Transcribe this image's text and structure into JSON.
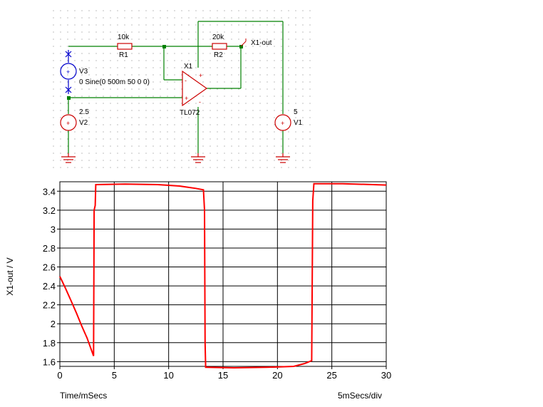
{
  "schematic": {
    "components": {
      "r1": {
        "value": "10k",
        "ref": "R1"
      },
      "r2": {
        "value": "20k",
        "ref": "R2"
      },
      "opamp": {
        "ref": "X1",
        "part": "TL072"
      },
      "v1": {
        "value": "5",
        "ref": "V1"
      },
      "v2": {
        "value": "2.5",
        "ref": "V2"
      },
      "v3": {
        "value": "0 Sine(0 500m 50 0 0)",
        "ref": "V3"
      }
    },
    "probe_label": "X1-out",
    "wire_color": "#008000",
    "component_color": "#cc0000",
    "probe_color": "#0000cc"
  },
  "chart_data": {
    "type": "line",
    "title": "",
    "xlabel": "Time/mSecs",
    "ylabel": "X1-out / V",
    "x_scale_note": "5mSecs/div",
    "xlim": [
      0,
      30
    ],
    "ylim": [
      1.55,
      3.5
    ],
    "x_ticks": [
      "0",
      "5",
      "10",
      "15",
      "20",
      "25",
      "30"
    ],
    "y_ticks": [
      "1.6",
      "1.8",
      "2",
      "2.2",
      "2.4",
      "2.6",
      "2.8",
      "3",
      "3.2",
      "3.4"
    ],
    "grid": true,
    "series_color": "#ff0000",
    "series": [
      {
        "name": "",
        "points": [
          [
            0,
            2.5
          ],
          [
            0.5,
            2.38
          ],
          [
            1.0,
            2.25
          ],
          [
            1.5,
            2.12
          ],
          [
            2.0,
            1.98
          ],
          [
            2.5,
            1.85
          ],
          [
            3.1,
            1.66
          ],
          [
            3.15,
            3.2
          ],
          [
            3.25,
            3.25
          ],
          [
            3.3,
            3.47
          ],
          [
            6,
            3.475
          ],
          [
            9,
            3.47
          ],
          [
            11,
            3.455
          ],
          [
            12.5,
            3.43
          ],
          [
            13.2,
            3.415
          ],
          [
            13.3,
            3.2
          ],
          [
            13.35,
            1.8
          ],
          [
            13.4,
            1.54
          ],
          [
            16,
            1.535
          ],
          [
            19,
            1.54
          ],
          [
            21.5,
            1.55
          ],
          [
            22.5,
            1.58
          ],
          [
            23.15,
            1.61
          ],
          [
            23.25,
            3.3
          ],
          [
            23.35,
            3.48
          ],
          [
            26,
            3.48
          ],
          [
            30,
            3.465
          ]
        ]
      }
    ]
  }
}
